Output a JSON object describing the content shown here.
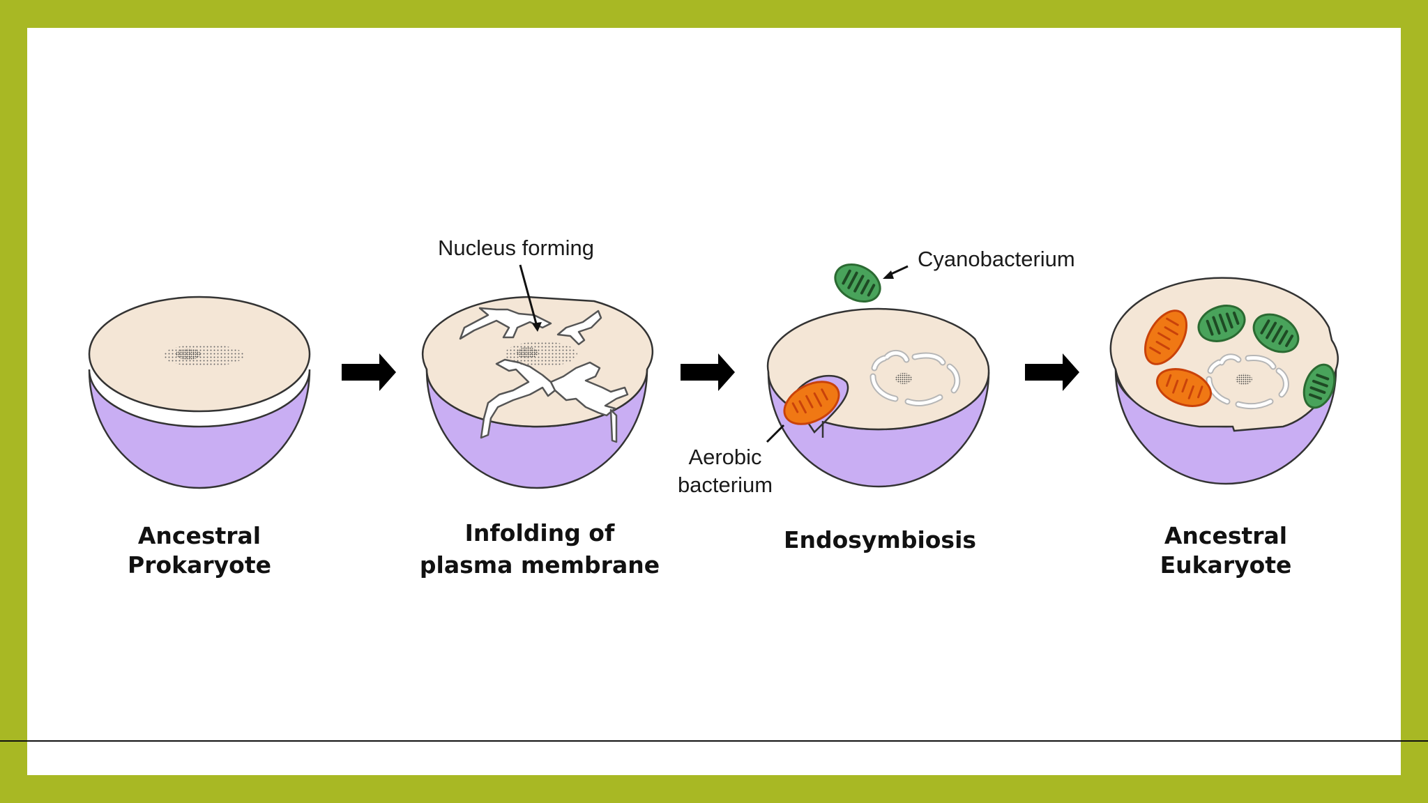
{
  "stages": [
    {
      "caption_line1": "Ancestral",
      "caption_line2": "Prokaryote"
    },
    {
      "caption_line1": "Infolding of",
      "caption_line2": "plasma membrane"
    },
    {
      "caption_line1": "Endosymbiosis",
      "caption_line2": ""
    },
    {
      "caption_line1": "Ancestral",
      "caption_line2": "Eukaryote"
    }
  ],
  "callouts": {
    "nucleus_forming": "Nucleus forming",
    "cyanobacterium": "Cyanobacterium",
    "aerobic_line1": "Aerobic",
    "aerobic_line2": "bacterium"
  },
  "colors": {
    "frame": "#a8b824",
    "cytoplasm": "#f4e6d6",
    "membrane": "#c9aef3",
    "mitochondrion": "#f07814",
    "chloroplast": "#49a35b"
  }
}
